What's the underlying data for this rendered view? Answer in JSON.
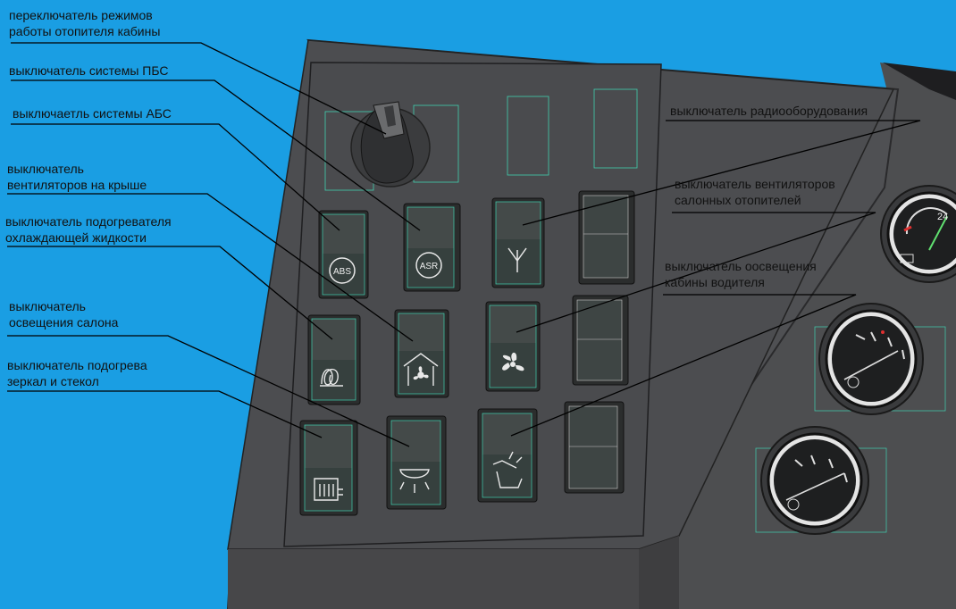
{
  "colors": {
    "background": "#1a9ee3",
    "panel": "#4a4a4c",
    "panel_edge": "#2a2a2c",
    "switch": "#3a3d3d",
    "switch_light": "#6f7a78",
    "outline_green": "#3fd0b0",
    "leader_line": "#000000"
  },
  "labels": {
    "heater_mode": {
      "line1": "переключатель режимов",
      "line2": "работы отопителя кабины"
    },
    "pbs": {
      "line1": "выключатель системы ПБС"
    },
    "abs": {
      "line1": "выключаетль системы АБС"
    },
    "roof_fans": {
      "line1": "выключатель",
      "line2": "вентиляторов на крыше"
    },
    "coolant_heater": {
      "line1": "выключатель подогревателя",
      "line2": "охлаждающей жидкости"
    },
    "salon_light": {
      "line1": "выключатель",
      "line2": "освещения салона"
    },
    "mirror_heat": {
      "line1": "выключатель подогрева",
      "line2": "зеркал и стекол"
    },
    "radio": {
      "line1": "выключатель радиооборудования"
    },
    "salon_fans": {
      "line1": "выключатель вентиляторов",
      "line2": "салонных отопителей"
    },
    "cabin_light": {
      "line1": "выключатель оосвещения",
      "line2": "кабины водителя"
    }
  },
  "switch_icons": {
    "abs": {
      "icon": "abs-icon",
      "text": "ABS"
    },
    "asr": {
      "icon": "asr-icon",
      "text": "ASR"
    },
    "antenna": {
      "icon": "antenna-icon"
    },
    "heater_coil": {
      "icon": "heater-coil-icon"
    },
    "house_fan": {
      "icon": "house-fan-icon"
    },
    "fan": {
      "icon": "fan-icon"
    },
    "mirror_heat": {
      "icon": "heated-glass-icon"
    },
    "cabin_lamp": {
      "icon": "cabin-lamp-icon"
    },
    "seat_light": {
      "icon": "driver-seat-lamp-icon"
    }
  },
  "gauges": {
    "top": {
      "icon": "tachometer-gauge-icon",
      "reading": "24"
    }
  }
}
